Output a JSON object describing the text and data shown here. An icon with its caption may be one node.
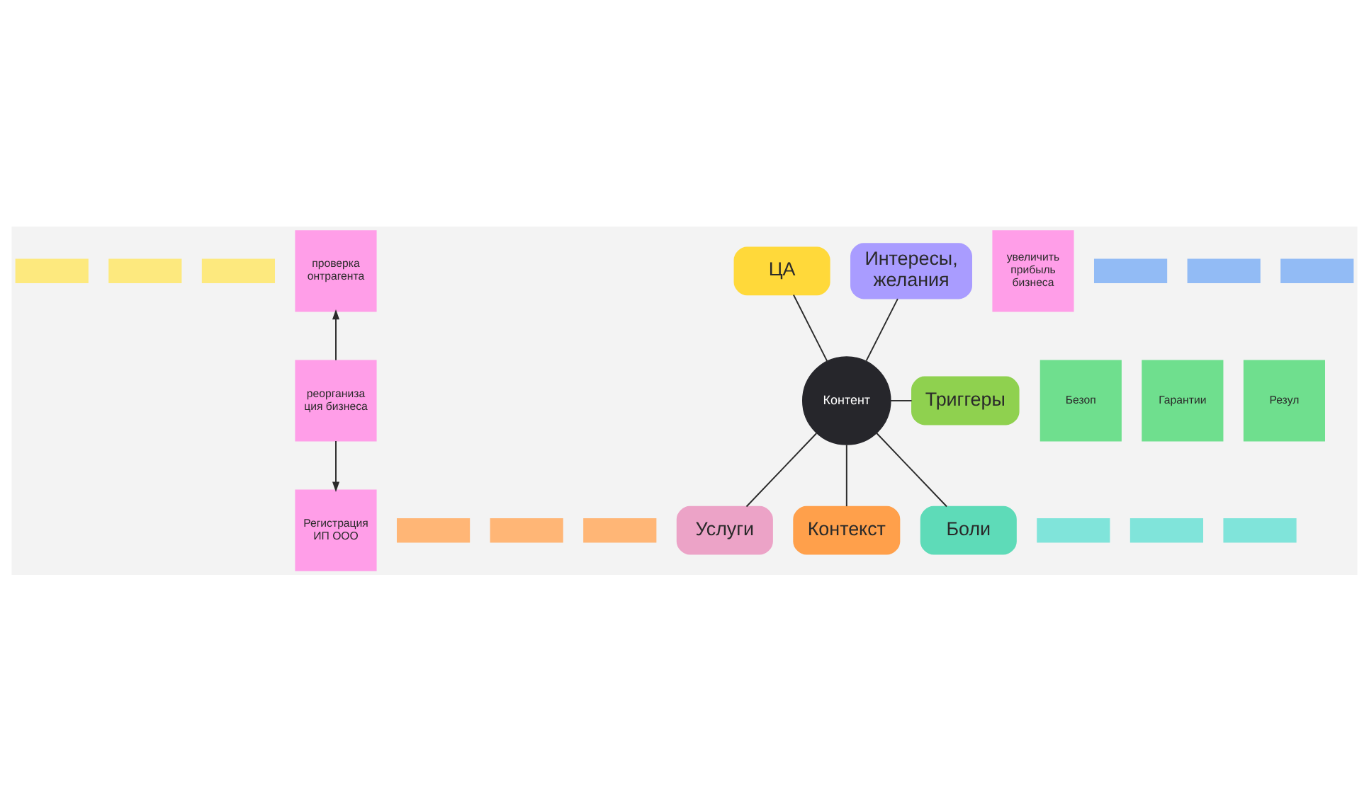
{
  "diagram": {
    "nodes": [
      {
        "text": [],
        "shape": "box"
      },
      {
        "text": [],
        "shape": "box"
      },
      {
        "text": [],
        "shape": "box"
      },
      {
        "text": [],
        "shape": "box"
      },
      {
        "text": [],
        "shape": "box"
      },
      {
        "text": [],
        "shape": "box"
      },
      {
        "text": [
          "увеличить прибыль бизнеса"
        ]
      },
      {
        "text": [
          "проверка онтрагента"
        ]
      },
      {
        "text": [
          "ЦА"
        ]
      },
      {
        "text": [
          "Интересы, желания"
        ]
      },
      {
        "text": [
          "Безоп"
        ]
      },
      {
        "text": [
          "реорганиза ция бизнеса"
        ]
      },
      {
        "text": [
          "Гарантии"
        ]
      },
      {
        "text": [
          "Контент"
        ]
      },
      {
        "text": [
          "Триггеры"
        ]
      },
      {
        "text": [
          "Услуги"
        ]
      },
      {
        "text": [
          "Резул"
        ]
      },
      {
        "text": [
          "Регистрация ИП ООО"
        ]
      },
      {
        "text": [
          "Контекст"
        ]
      },
      {
        "text": [
          "Боли"
        ]
      },
      {
        "text": [],
        "shape": "box"
      },
      {
        "text": [],
        "shape": "box"
      },
      {
        "text": [],
        "shape": "box"
      },
      {
        "text": [],
        "shape": "box"
      },
      {
        "text": [],
        "shape": "box"
      },
      {
        "text": [],
        "shape": "box"
      }
    ],
    "edges": [
      {
        "from": 13,
        "to": 8,
        "arrow": "none"
      },
      {
        "from": 13,
        "to": 9,
        "arrow": "none"
      },
      {
        "from": 13,
        "to": 14,
        "arrow": "none"
      },
      {
        "from": 13,
        "to": 15,
        "arrow": "none"
      },
      {
        "from": 13,
        "to": 18,
        "arrow": "none"
      },
      {
        "from": 13,
        "to": 19,
        "arrow": "none"
      },
      {
        "from": 11,
        "to": 7,
        "arrow": "to"
      },
      {
        "from": 11,
        "to": 17,
        "arrow": "to"
      }
    ]
  }
}
